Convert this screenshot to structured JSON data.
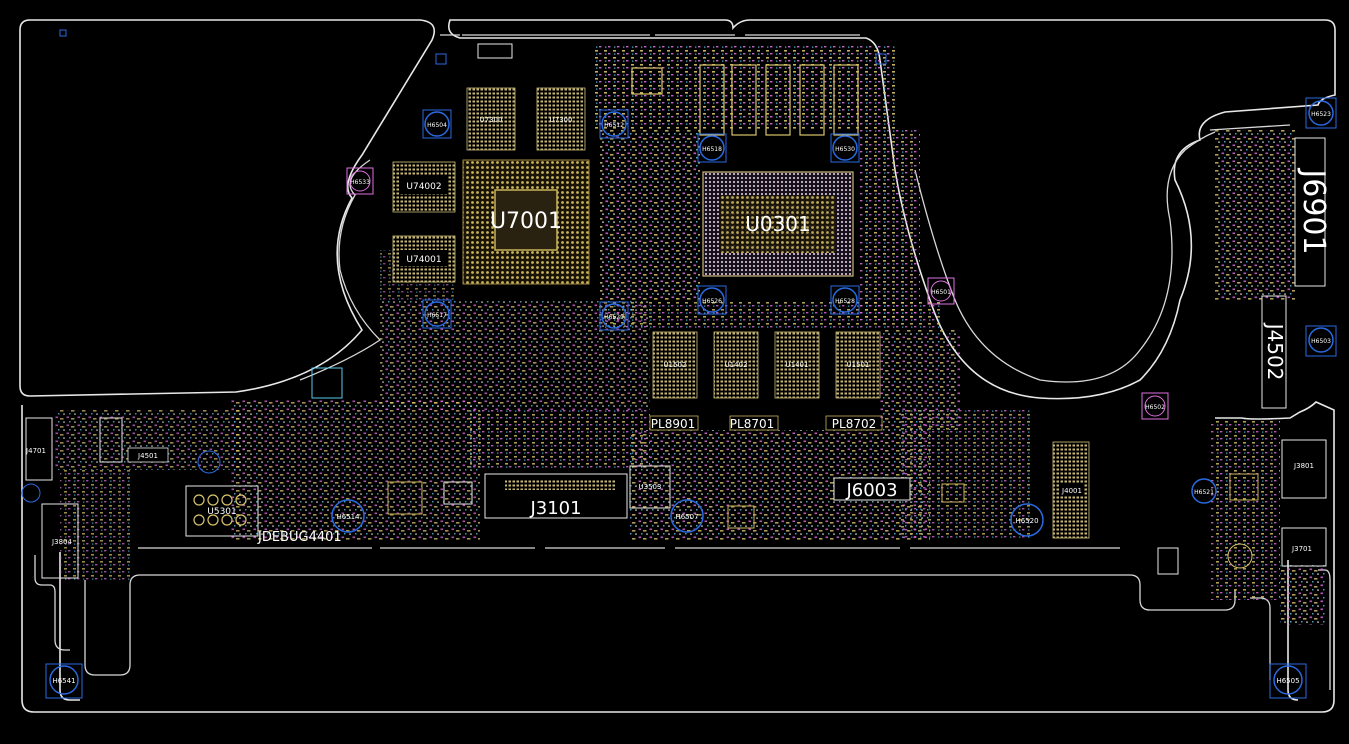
{
  "components": {
    "big_chips": [
      "U7001",
      "U0301"
    ],
    "memory_u7": [
      "U7300",
      "U7300"
    ],
    "memory_u74": [
      "U74002",
      "U74001"
    ],
    "dram": [
      "U1502",
      "U1402",
      "U1401",
      "U1501"
    ],
    "inductors": [
      "PL8901",
      "PL8701",
      "PL8702"
    ],
    "connectors_large": [
      "J3101",
      "J6003",
      "J6901",
      "J4502"
    ],
    "connectors_small": [
      "J4001",
      "J4701",
      "J4501",
      "J3804",
      "J3801",
      "J3701",
      "U3503",
      "U5301"
    ],
    "debug": "JDEBUG4401"
  },
  "mount_holes": [
    "H6541",
    "H6505",
    "H6523",
    "H6503",
    "H6514",
    "H6507",
    "H6520",
    "H6521",
    "H6517",
    "H6529",
    "H6504",
    "H6512",
    "H6518",
    "H6530",
    "H6526",
    "H6528",
    "H6501",
    "H6502",
    "H6533"
  ],
  "colors": {
    "outline": "#e8e8e8",
    "pad": "#d8c46a",
    "magenta": "#e070e0",
    "cyan": "#58c8f0",
    "hole": "#2a6ae0",
    "text": "#ffffff"
  }
}
